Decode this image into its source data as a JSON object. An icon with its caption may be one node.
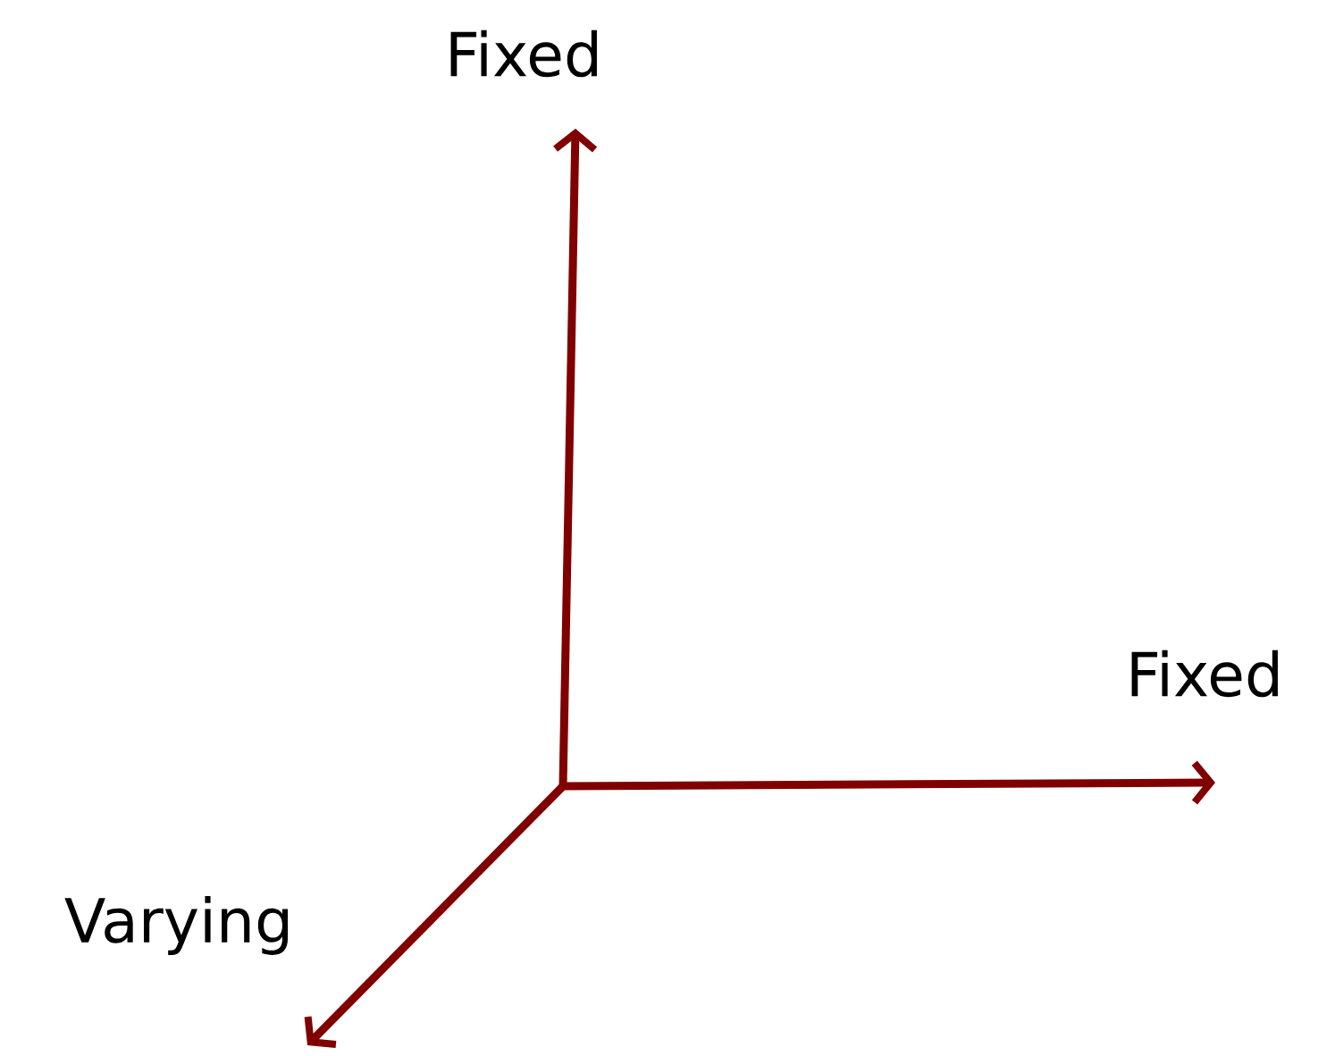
{
  "diagram": {
    "labels": [
      "Fixed",
      "Fixed",
      "Varying"
    ]
  }
}
